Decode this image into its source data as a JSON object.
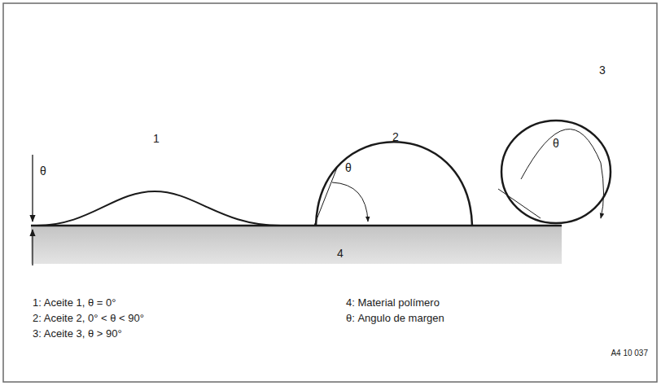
{
  "diagram": {
    "labels": [
      "1",
      "2",
      "3",
      "θ",
      "θ",
      "θ",
      "4",
      "1: Aceite 1, θ = 0°",
      "2: Aceite 2, 0° < θ < 90°",
      "3: Aceite 3, θ > 90°",
      "4: Material polímero",
      "θ: Angulo de margen",
      "A4 10 037"
    ]
  }
}
